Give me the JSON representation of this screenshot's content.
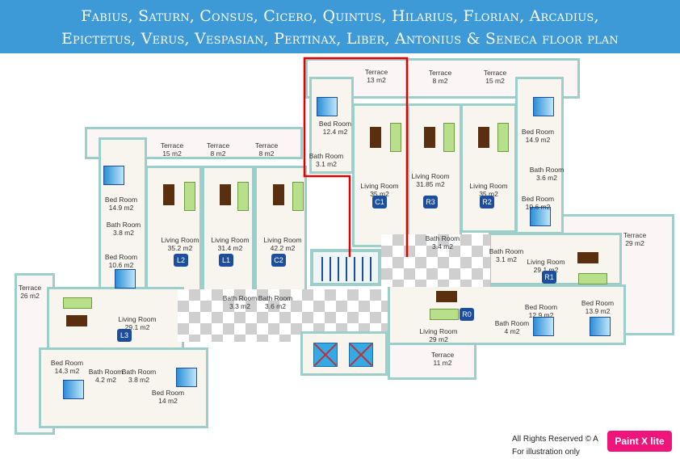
{
  "header": {
    "title_line1": "Fabius, Saturn, Consus, Cicero, Quintus, Hilarius, Florian, Arcadius,",
    "title_line2": "Epictetus, Verus, Vespasian, Pertinax, Liber, Antonius & Seneca floor plan"
  },
  "rooms": [
    {
      "name": "Terrace",
      "area": "15 m2"
    },
    {
      "name": "Terrace",
      "area": "8 m2"
    },
    {
      "name": "Terrace",
      "area": "8 m2"
    },
    {
      "name": "Bed Room",
      "area": "14.9 m2"
    },
    {
      "name": "Bath Room",
      "area": "3.8 m2"
    },
    {
      "name": "Living Room",
      "area": "35.2  m2"
    },
    {
      "name": "Living Room",
      "area": "31.4  m2"
    },
    {
      "name": "Living Room",
      "area": "42.2  m2"
    },
    {
      "name": "Bed Room",
      "area": "10.6 m2"
    },
    {
      "name": "Terrace",
      "area": "13 m2"
    },
    {
      "name": "Terrace",
      "area": "8 m2"
    },
    {
      "name": "Terrace",
      "area": "15 m2"
    },
    {
      "name": "Bed Room",
      "area": "12.4 m2"
    },
    {
      "name": "Bath Room",
      "area": "3.1 m2"
    },
    {
      "name": "Living Room",
      "area": "35  m2"
    },
    {
      "name": "Living Room",
      "area": "31.85 m2"
    },
    {
      "name": "Living Room",
      "area": "35 m2"
    },
    {
      "name": "Bed Room",
      "area": "14.9 m2"
    },
    {
      "name": "Bath Room",
      "area": "3.6 m2"
    },
    {
      "name": "Bed Room",
      "area": "10.6 m2"
    },
    {
      "name": "Bath Room",
      "area": "3.4 m2"
    },
    {
      "name": "Bath Room",
      "area": "3.1 m2"
    },
    {
      "name": "Terrace",
      "area": "29 m2"
    },
    {
      "name": "Living Room",
      "area": "29.1 m2"
    },
    {
      "name": "Terrace",
      "area": "26 m2"
    },
    {
      "name": "Living Room",
      "area": "29.1 m2"
    },
    {
      "name": "Bed Room",
      "area": "14.3 m2"
    },
    {
      "name": "Bath Room",
      "area": "4.2 m2"
    },
    {
      "name": "Bath Room",
      "area": "3.8 m2"
    },
    {
      "name": "Bed Room",
      "area": "14 m2"
    },
    {
      "name": "Bath Room",
      "area": "3.3 m2"
    },
    {
      "name": "Bath Room",
      "area": "3.6 m2"
    },
    {
      "name": "Living Room",
      "area": "29 m2"
    },
    {
      "name": "Bath Room",
      "area": "4 m2"
    },
    {
      "name": "Bed Room",
      "area": "12.9 m2"
    },
    {
      "name": "Bed Room",
      "area": "13.9 m2"
    },
    {
      "name": "Terrace",
      "area": "11 m2"
    }
  ],
  "units": [
    "L2",
    "L1",
    "C2",
    "C1",
    "R3",
    "R2",
    "R1",
    "L3",
    "R0"
  ],
  "footer": {
    "rights": "All Rights Reserved © A",
    "note": "For illustration only"
  },
  "watermark": "Paint X lite",
  "colors": {
    "header": "#3d9ad6",
    "highlight": "#e00000",
    "badge": "#1d4e9e"
  }
}
